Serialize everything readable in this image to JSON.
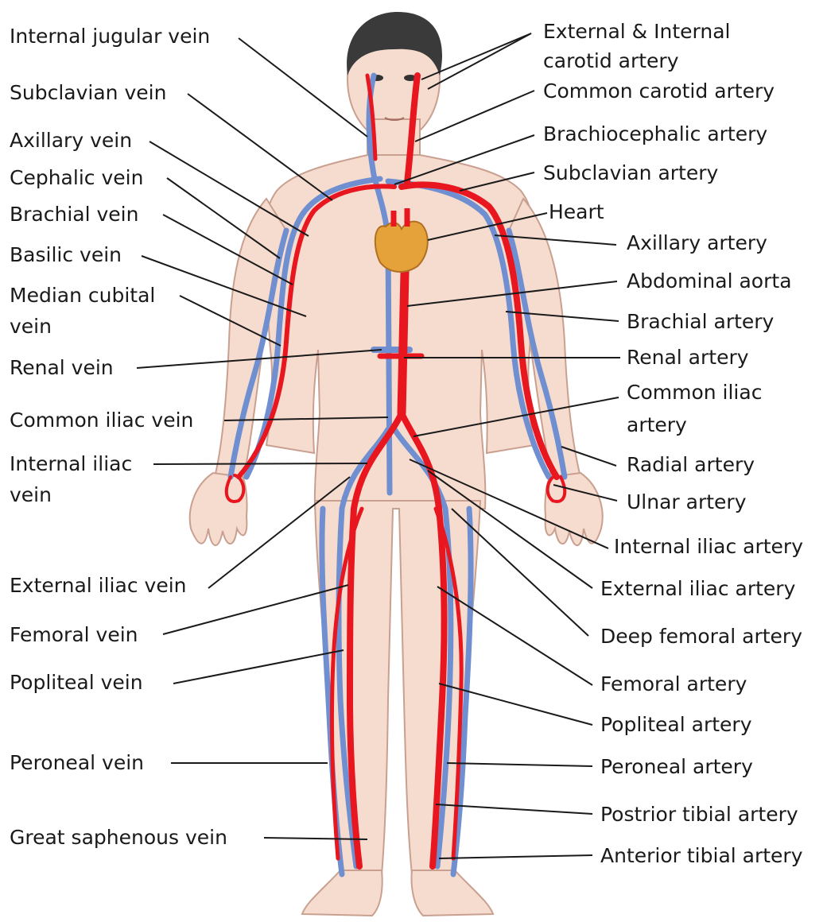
{
  "diagram": {
    "colors": {
      "skin": "#f6dccf",
      "skin_outline": "#c9a090",
      "hair": "#3a3a3a",
      "artery": "#e8161f",
      "vein": "#6f8fd0",
      "heart": "#e6a23a",
      "leader": "#1a1a1a"
    },
    "left_labels": [
      {
        "id": "internal-jugular-vein",
        "text": "Internal jugular vein"
      },
      {
        "id": "subclavian-vein",
        "text": "Subclavian vein"
      },
      {
        "id": "axillary-vein",
        "text": "Axillary vein"
      },
      {
        "id": "cephalic-vein",
        "text": "Cephalic vein"
      },
      {
        "id": "brachial-vein",
        "text": "Brachial vein"
      },
      {
        "id": "basilic-vein",
        "text": "Basilic vein"
      },
      {
        "id": "median-cubital-vein-1",
        "text": "Median cubital"
      },
      {
        "id": "median-cubital-vein-2",
        "text": "vein"
      },
      {
        "id": "renal-vein",
        "text": "Renal vein"
      },
      {
        "id": "common-iliac-vein",
        "text": "Common iliac vein"
      },
      {
        "id": "internal-iliac-vein-1",
        "text": "Internal iliac"
      },
      {
        "id": "internal-iliac-vein-2",
        "text": "vein"
      },
      {
        "id": "external-iliac-vein",
        "text": "External iliac vein"
      },
      {
        "id": "femoral-vein",
        "text": "Femoral vein"
      },
      {
        "id": "popliteal-vein",
        "text": "Popliteal vein"
      },
      {
        "id": "peroneal-vein",
        "text": "Peroneal vein"
      },
      {
        "id": "great-saphenous-vein",
        "text": "Great saphenous vein"
      }
    ],
    "right_labels": [
      {
        "id": "external-internal-carotid-artery-1",
        "text": "External & Internal"
      },
      {
        "id": "external-internal-carotid-artery-2",
        "text": "carotid artery"
      },
      {
        "id": "common-carotid-artery",
        "text": "Common carotid artery"
      },
      {
        "id": "brachiocephalic-artery",
        "text": "Brachiocephalic artery"
      },
      {
        "id": "subclavian-artery",
        "text": "Subclavian artery"
      },
      {
        "id": "heart",
        "text": "Heart"
      },
      {
        "id": "axillary-artery",
        "text": "Axillary artery"
      },
      {
        "id": "abdominal-aorta",
        "text": "Abdominal aorta"
      },
      {
        "id": "brachial-artery",
        "text": "Brachial artery"
      },
      {
        "id": "renal-artery",
        "text": "Renal artery"
      },
      {
        "id": "common-iliac-artery-1",
        "text": "Common iliac"
      },
      {
        "id": "common-iliac-artery-2",
        "text": "artery"
      },
      {
        "id": "radial-artery",
        "text": "Radial artery"
      },
      {
        "id": "ulnar-artery",
        "text": "Ulnar artery"
      },
      {
        "id": "internal-iliac-artery",
        "text": "Internal iliac artery"
      },
      {
        "id": "external-iliac-artery",
        "text": "External iliac artery"
      },
      {
        "id": "deep-femoral-artery",
        "text": "Deep femoral artery"
      },
      {
        "id": "femoral-artery",
        "text": "Femoral artery"
      },
      {
        "id": "popliteal-artery",
        "text": "Popliteal artery"
      },
      {
        "id": "peroneal-artery",
        "text": "Peroneal artery"
      },
      {
        "id": "postrior-tibial-artery",
        "text": "Postrior tibial artery"
      },
      {
        "id": "anterior-tibial-artery",
        "text": "Anterior tibial artery"
      }
    ]
  }
}
